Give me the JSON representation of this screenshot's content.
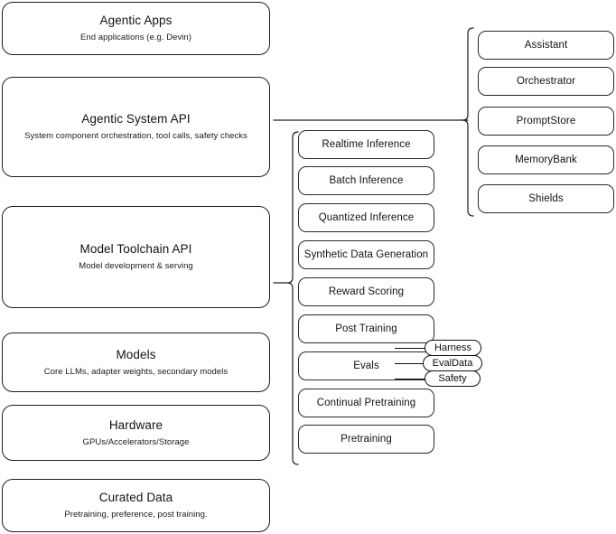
{
  "diagram": {
    "title": "Agentic stack architecture layers",
    "background_color": "#ffffff",
    "stroke_color": "#1d1d1d"
  },
  "left_stack": {
    "name": "platform-layers",
    "layers": [
      {
        "id": "agentic-apps",
        "title": "Agentic Apps",
        "subtitle": "End applications (e.g. Devin)"
      },
      {
        "id": "agentic-system-api",
        "title": "Agentic System API",
        "subtitle": "System component orchestration, tool calls, safety checks"
      },
      {
        "id": "model-toolchain-api",
        "title": "Model Toolchain API",
        "subtitle": "Model development & serving"
      },
      {
        "id": "models",
        "title": "Models",
        "subtitle": "Core LLMs, adapter weights, secondary models"
      },
      {
        "id": "hardware",
        "title": "Hardware",
        "subtitle": "GPUs/Accelerators/Storage"
      },
      {
        "id": "curated-data",
        "title": "Curated Data",
        "subtitle": "Pretraining, preference, post training."
      }
    ]
  },
  "middle_column": {
    "name": "model-toolchain-capabilities",
    "items": [
      {
        "id": "realtime-inference",
        "label": "Realtime Inference"
      },
      {
        "id": "batch-inference",
        "label": "Batch Inference"
      },
      {
        "id": "quantized-inference",
        "label": "Quantized Inference"
      },
      {
        "id": "synthetic-data-generation",
        "label": "Synthetic Data Generation"
      },
      {
        "id": "reward-scoring",
        "label": "Reward Scoring"
      },
      {
        "id": "post-training",
        "label": "Post Training"
      },
      {
        "id": "evals",
        "label": "Evals"
      },
      {
        "id": "continual-pretraining",
        "label": "Continual Pretraining"
      },
      {
        "id": "pretraining",
        "label": "Pretraining"
      }
    ]
  },
  "evals_subitems": {
    "name": "evals-components",
    "items": [
      {
        "id": "harness",
        "label": "Harness"
      },
      {
        "id": "evaldata",
        "label": "EvalData"
      },
      {
        "id": "safety",
        "label": "Safety"
      }
    ]
  },
  "right_column": {
    "name": "agentic-system-components",
    "items": [
      {
        "id": "assistant",
        "label": "Assistant"
      },
      {
        "id": "orchestrator",
        "label": "Orchestrator"
      },
      {
        "id": "promptstore",
        "label": "PromptStore"
      },
      {
        "id": "memorybank",
        "label": "MemoryBank"
      },
      {
        "id": "shields",
        "label": "Shields"
      }
    ]
  }
}
